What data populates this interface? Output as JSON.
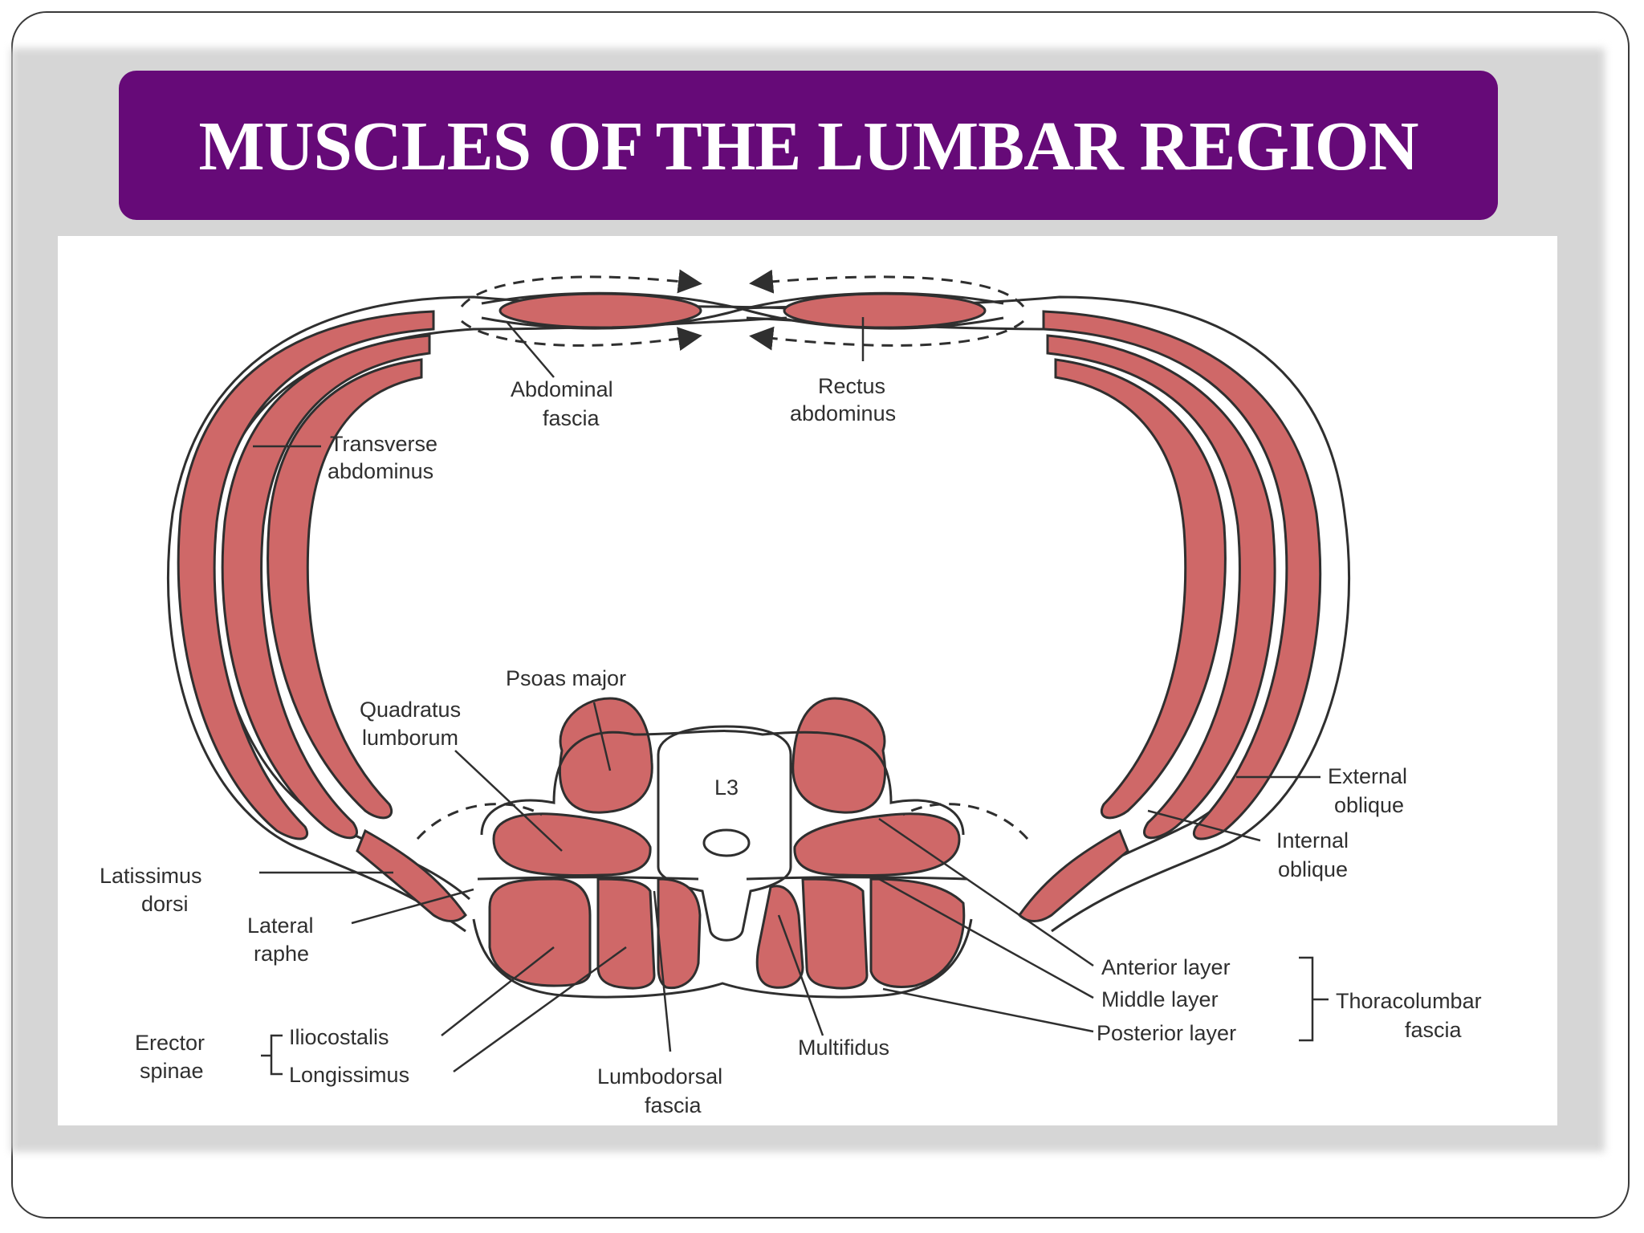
{
  "slide": {
    "title": "MUSCLES OF THE LUMBAR REGION"
  },
  "colors": {
    "banner": "#660a78",
    "muscle": "#cf6868",
    "line": "#2f2f2f",
    "background_band": "#d6d6d6"
  },
  "diagram": {
    "vertebra": "L3",
    "labels": {
      "abdominal_fascia": [
        "Abdominal",
        "fascia"
      ],
      "rectus_abdominus": [
        "Rectus",
        "abdominus"
      ],
      "transverse_abdominus": [
        "Transverse",
        "abdominus"
      ],
      "psoas_major": "Psoas major",
      "quadratus_lumborum": [
        "Quadratus",
        "lumborum"
      ],
      "external_oblique": [
        "External",
        "oblique"
      ],
      "internal_oblique": [
        "Internal",
        "oblique"
      ],
      "latissimus_dorsi": [
        "Latissimus",
        "dorsi"
      ],
      "lateral_raphe": [
        "Lateral",
        "raphe"
      ],
      "erector_spinae": [
        "Erector",
        "spinae"
      ],
      "iliocostalis": "Iliocostalis",
      "longissimus": "Longissimus",
      "lumbodorsal_fascia": [
        "Lumbodorsal",
        "fascia"
      ],
      "multifidus": "Multifidus",
      "anterior_layer": "Anterior layer",
      "middle_layer": "Middle layer",
      "posterior_layer": "Posterior layer",
      "thoracolumbar_fascia": [
        "Thoracolumbar",
        "fascia"
      ]
    }
  }
}
